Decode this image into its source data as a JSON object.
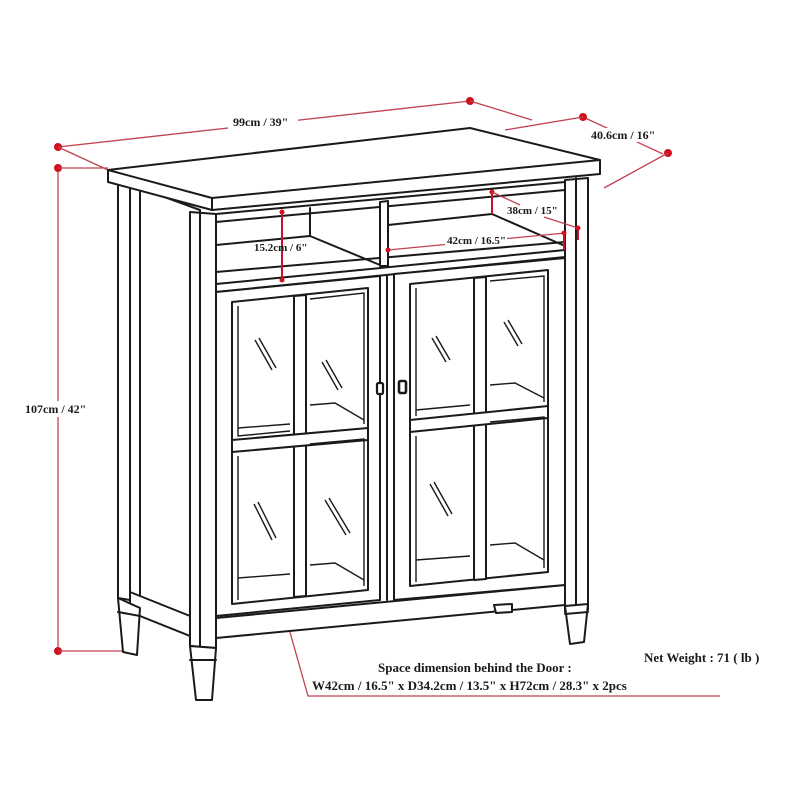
{
  "diagram": {
    "title": "Cabinet dimension drawing",
    "colors": {
      "line": "#1a1a1a",
      "dimension_line": "#c0424f",
      "dimension_dot": "#d0101f",
      "background": "#ffffff"
    },
    "dimensions": {
      "width": "99cm / 39\"",
      "depth": "40.6cm / 16\"",
      "height": "107cm / 42\"",
      "shelf_opening_height": "15.2cm / 6\"",
      "shelf_depth": "38cm / 15\"",
      "shelf_width": "42cm / 16.5\""
    },
    "notes": {
      "space_title": "Space dimension behind the Door :",
      "space_value": "W42cm / 16.5\" x D34.2cm / 13.5\" x H72cm / 28.3\" x 2pcs",
      "net_weight": "Net Weight : 71 ( lb )"
    },
    "components": {
      "top": "top-panel",
      "cubbies": [
        "left-open-cubby",
        "right-open-cubby"
      ],
      "doors": [
        "left-glass-door",
        "right-glass-door"
      ],
      "handles": [
        "left-door-handle",
        "right-door-handle"
      ],
      "legs": [
        "front-left-leg",
        "front-right-leg",
        "back-left-leg",
        "back-right-leg"
      ]
    }
  }
}
